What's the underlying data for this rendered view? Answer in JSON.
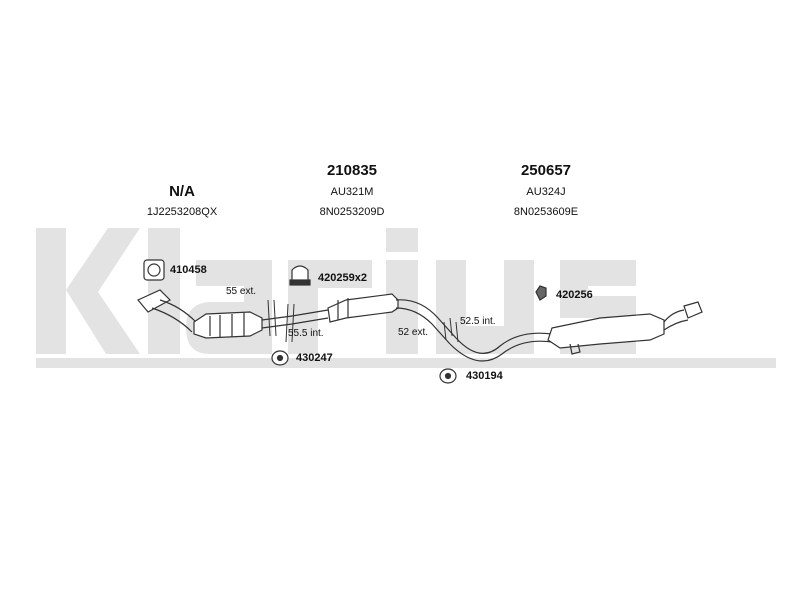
{
  "watermark": {
    "text": "Klarius"
  },
  "sections": [
    {
      "part_number": "N/A",
      "oe_ref": "1J2253208QX"
    },
    {
      "part_number": "210835",
      "model_ref": "AU321M",
      "oe_ref": "8N0253209D"
    },
    {
      "part_number": "250657",
      "model_ref": "AU324J",
      "oe_ref": "8N0253609E"
    }
  ],
  "accessories": [
    {
      "code": "410458",
      "icon": "gasket-icon"
    },
    {
      "code": "420259x2",
      "icon": "clamp-icon"
    },
    {
      "code": "430247",
      "icon": "rubber-mount-icon"
    },
    {
      "code": "430194",
      "icon": "rubber-mount-icon"
    },
    {
      "code": "420256",
      "icon": "bolt-icon"
    }
  ],
  "dimensions": [
    "55 ext.",
    "55.5 int.",
    "52 ext.",
    "52.5 int."
  ],
  "colors": {
    "watermark": "#e2e2e2",
    "line": "#333333"
  }
}
